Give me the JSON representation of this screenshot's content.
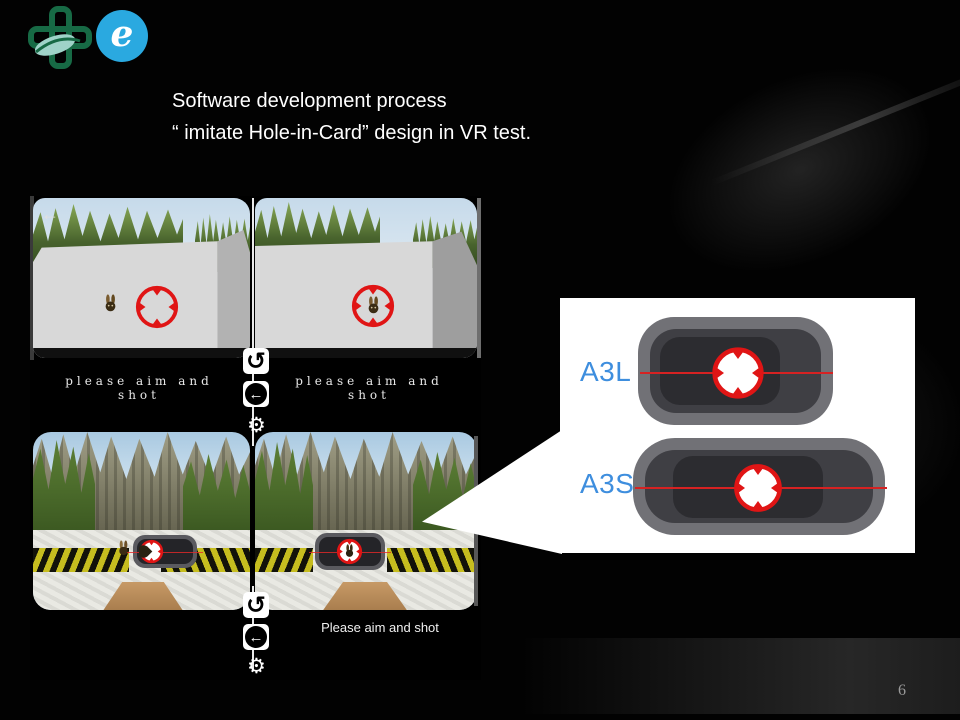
{
  "slide": {
    "page_number": "6"
  },
  "logos": {
    "e_letter": "e"
  },
  "title": {
    "line1": "Software development process",
    "line2": "“ imitate Hole-in-Card” design in VR test."
  },
  "vr_screenshot": {
    "back_arrow": "←",
    "top_caption": "please aim and shot",
    "bottom_caption": "Please aim and shot",
    "icons": {
      "rotate": "↺",
      "back": "←",
      "gear": "⚙"
    }
  },
  "zoom_panel": {
    "labels": [
      {
        "label": "A3L"
      },
      {
        "label": "A3S"
      }
    ]
  },
  "colors": {
    "label_blue": "#3e8ede",
    "target_red": "#e01515",
    "e_logo_blue": "#2aa9e0",
    "cross_green": "#176a45",
    "leaf_teal": "#9fd3c8",
    "chevron_yellow": "#c6bd1f"
  }
}
